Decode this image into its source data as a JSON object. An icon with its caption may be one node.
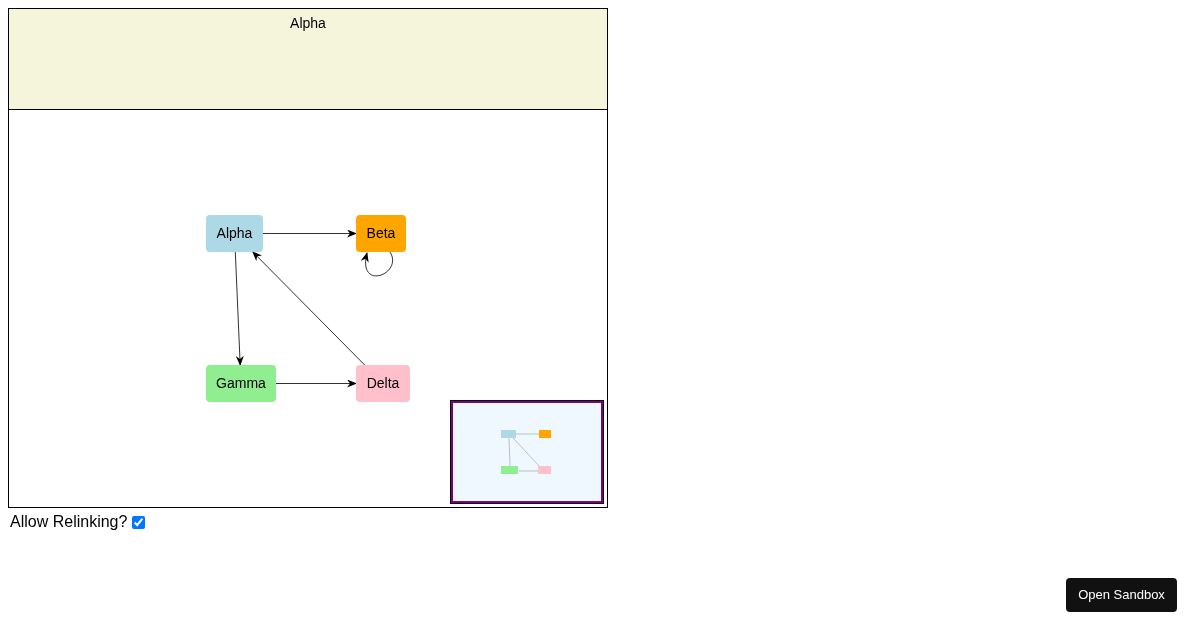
{
  "diagram": {
    "nodes": [
      {
        "text": [
          "Alpha"
        ]
      },
      {
        "text": [
          "Alpha"
        ]
      },
      {
        "text": [
          "Beta"
        ]
      },
      {
        "text": [
          "Gamma"
        ]
      },
      {
        "text": [
          "Delta"
        ]
      }
    ],
    "edges": [
      {
        "from": 1,
        "to": 2,
        "arrow": "to"
      },
      {
        "from": 2,
        "to": 2,
        "arrow": "to"
      },
      {
        "from": 1,
        "to": 3,
        "arrow": "to"
      },
      {
        "from": 3,
        "to": 4,
        "arrow": "to"
      },
      {
        "from": 4,
        "to": 1,
        "arrow": "to"
      }
    ],
    "labels": [
      "Allow Relinking?",
      "Open Sandbox"
    ]
  }
}
